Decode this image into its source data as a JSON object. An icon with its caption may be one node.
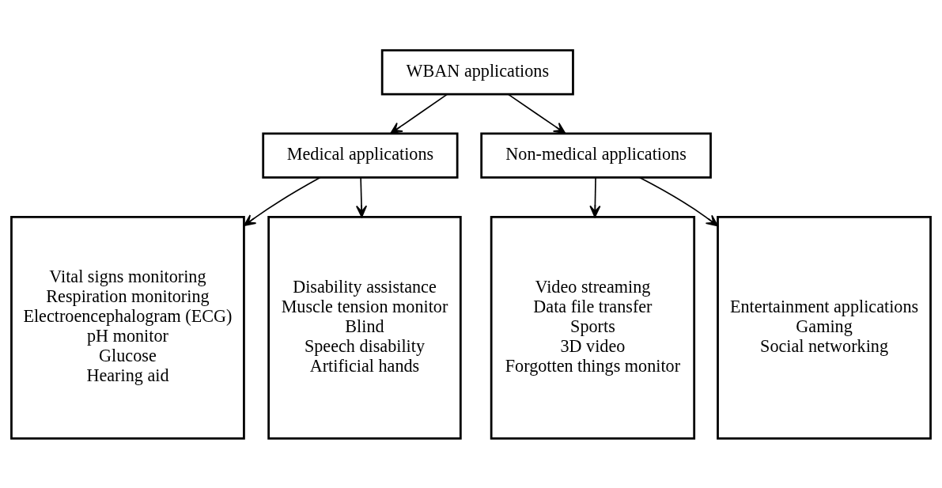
{
  "diagram": {
    "nodes": [
      {
        "text": [
          "WBAN applications"
        ]
      },
      {
        "text": [
          "Medical applications"
        ]
      },
      {
        "text": [
          "Non-medical applications"
        ]
      },
      {
        "text": [
          "Vital signs monitoring",
          "Respiration monitoring",
          "Electroencephalogram (ECG)",
          "pH monitor",
          "Glucose",
          "Hearing aid"
        ]
      },
      {
        "text": [
          "Disability assistance",
          "Muscle tension monitor",
          "Blind",
          "Speech disability",
          "Artificial hands"
        ]
      },
      {
        "text": [
          "Video streaming",
          "Data file transfer",
          "Sports",
          "3D video",
          "Forgotten things monitor"
        ]
      },
      {
        "text": [
          "Entertainment applications",
          "Gaming",
          "Social networking"
        ]
      }
    ],
    "edges": [
      {
        "from": 0,
        "to": 1,
        "arrow": "to"
      },
      {
        "from": 0,
        "to": 2,
        "arrow": "to"
      },
      {
        "from": 1,
        "to": 3,
        "arrow": "to"
      },
      {
        "from": 1,
        "to": 4,
        "arrow": "to"
      },
      {
        "from": 2,
        "to": 5,
        "arrow": "to"
      },
      {
        "from": 2,
        "to": 6,
        "arrow": "to"
      }
    ]
  }
}
